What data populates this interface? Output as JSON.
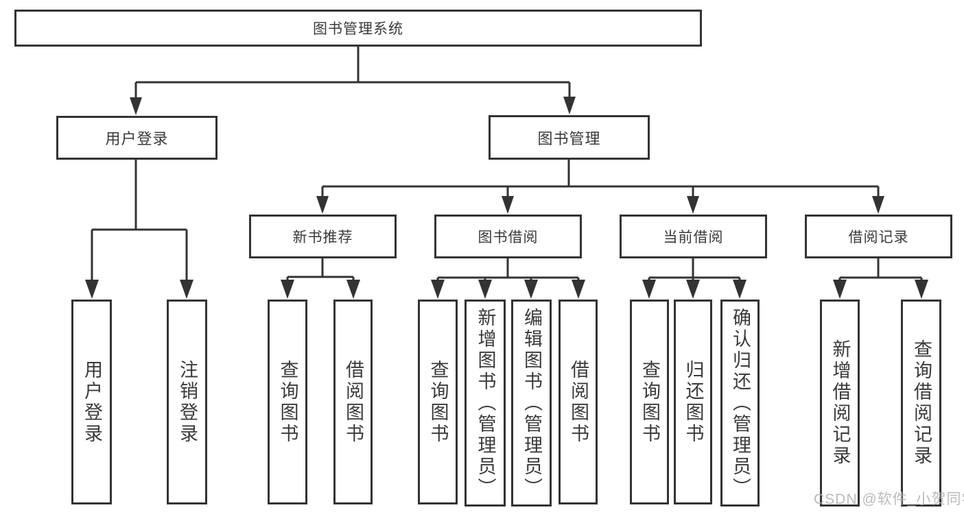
{
  "diagram": {
    "root": "图书管理系统",
    "level2": {
      "user_login": "用户登录",
      "book_mgmt": "图书管理"
    },
    "level3": {
      "new_books": "新书推荐",
      "book_borrow": "图书借阅",
      "current_borrow": "当前借阅",
      "borrow_records": "借阅记录"
    },
    "leaves": {
      "user_login_leaf": "用户登录",
      "logout": "注销登录",
      "nb_query": "查询图书",
      "nb_borrow": "借阅图书",
      "bb_query": "查询图书",
      "bb_add": "新增图书（管理员）",
      "bb_edit": "编辑图书（管理员）",
      "bb_borrow": "借阅图书",
      "cb_query": "查询图书",
      "cb_return": "归还图书",
      "cb_confirm": "确认归还（管理员）",
      "br_add": "新增借阅记录",
      "br_query": "查询借阅记录"
    },
    "line_color": "#333333"
  },
  "watermark": "CSDN @软件_小贺同学"
}
